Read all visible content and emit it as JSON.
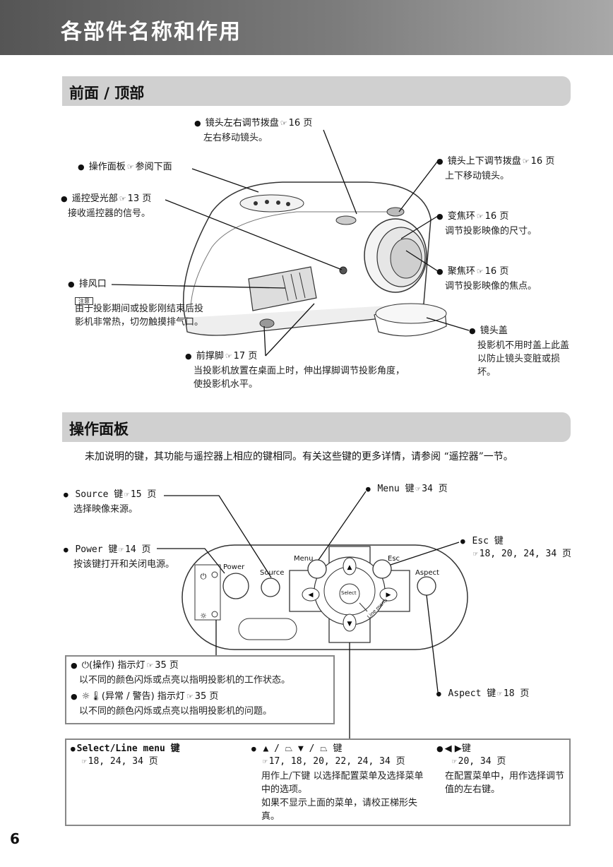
{
  "page_title": "各部件名称和作用",
  "page_number": "6",
  "ref_icon": "page-ref-icon",
  "sections": {
    "front_top": "前面 / 顶部",
    "control_panel": "操作面板"
  },
  "front_labels": {
    "lens_shift_lr": {
      "label": "镜头左右调节拨盘",
      "page": "16 页",
      "desc": "左右移动镜头。"
    },
    "control_panel": {
      "label": "操作面板",
      "page": "参阅下面"
    },
    "remote_receiver": {
      "label": "遥控受光部",
      "page": "13 页",
      "desc": "接收遥控器的信号。"
    },
    "exhaust": {
      "label": "排风口",
      "note_tag": "注意",
      "desc": "由于投影期间或投影刚结束后投影机非常热，切勿触摸排气口。"
    },
    "front_foot": {
      "label": "前撑脚",
      "page": "17 页",
      "desc": "当投影机放置在桌面上时，伸出撑脚调节投影角度，使投影机水平。"
    },
    "lens_shift_ud": {
      "label": "镜头上下调节拨盘",
      "page": "16 页",
      "desc": "上下移动镜头。"
    },
    "zoom_ring": {
      "label": "变焦环",
      "page": "16 页",
      "desc": "调节投影映像的尺寸。"
    },
    "focus_ring": {
      "label": "聚焦环",
      "page": "16 页",
      "desc": "调节投影映像的焦点。"
    },
    "lens_cover": {
      "label": "镜头盖",
      "desc": "投影机不用时盖上此盖以防止镜头变脏或损坏。"
    }
  },
  "panel_intro": "未加说明的键，其功能与遥控器上相应的键相同。有关这些键的更多详情，请参阅 “遥控器”一节。",
  "panel_labels": {
    "source": {
      "label": "Source 键",
      "page": "15 页",
      "desc": "选择映像来源。"
    },
    "power": {
      "label": "Power 键",
      "page": "14 页",
      "desc": "按该键打开和关闭电源。"
    },
    "menu": {
      "label": "Menu 键",
      "page": "34 页"
    },
    "esc": {
      "label": "Esc 键",
      "page": "18, 20, 24, 34 页"
    },
    "aspect": {
      "label": "Aspect 键",
      "page": "18 页"
    }
  },
  "panel_device": {
    "power": "Power",
    "source": "Source",
    "menu": "Menu",
    "esc": "Esc",
    "aspect": "Aspect",
    "select": "Select",
    "line_menu": "Line menu"
  },
  "indicators": {
    "operation": {
      "label": "(操作) 指示灯",
      "page": "35 页",
      "desc": "以不同的颜色闪烁或点亮以指明投影机的工作状态。"
    },
    "warning": {
      "label": "(异常 / 警告) 指示灯",
      "page": "35 页",
      "desc": "以不同的颜色闪烁或点亮以指明投影机的问题。"
    }
  },
  "keys": {
    "select_line": {
      "label": "Select/Line menu 键",
      "page": "18, 24, 34 页"
    },
    "up_down": {
      "label_up": "▲ /",
      "label_down": "▼ /",
      "suffix": "键",
      "page": "17, 18, 20, 22, 24, 34 页",
      "desc1": "用作上/下键 以选择配置菜单及选择菜单中的选项。",
      "desc2": "如果不显示上面的菜单，请校正梯形失真。"
    },
    "left_right": {
      "label": "◀ ▶键",
      "page": "20, 34 页",
      "desc": "在配置菜单中，用作选择调节值的左右键。"
    }
  }
}
